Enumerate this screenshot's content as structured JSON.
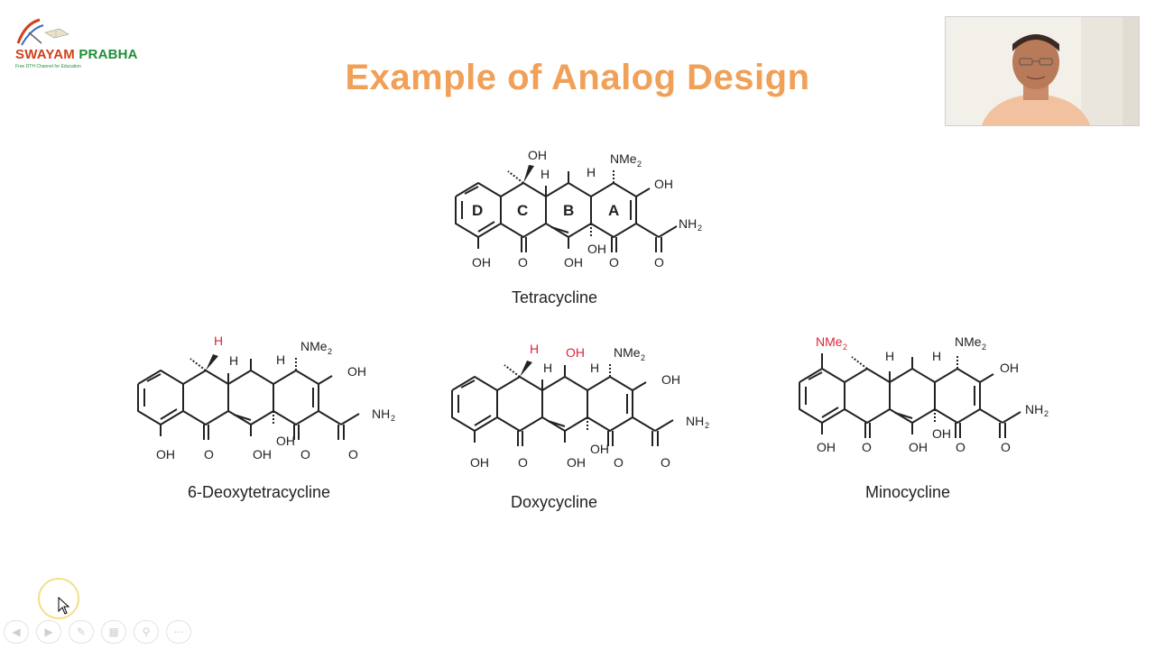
{
  "logo": {
    "name": "SWAYAM PRABHA",
    "part1": "SWAYAM ",
    "part2": "PRABHA",
    "tagline": "Free DTH Channel for Education"
  },
  "slide": {
    "title": "Example of Analog Design"
  },
  "structures": [
    {
      "name": "Tetracycline"
    },
    {
      "name": "6-Deoxytetracycline"
    },
    {
      "name": "Doxycycline"
    },
    {
      "name": "Minocycline"
    }
  ],
  "colors": {
    "title": "#f0a057",
    "highlight": "#e0243a",
    "ink": "#222222"
  },
  "nav_icons": [
    "prev-icon",
    "next-icon",
    "pen-icon",
    "slides-icon",
    "zoom-icon",
    "more-icon"
  ]
}
